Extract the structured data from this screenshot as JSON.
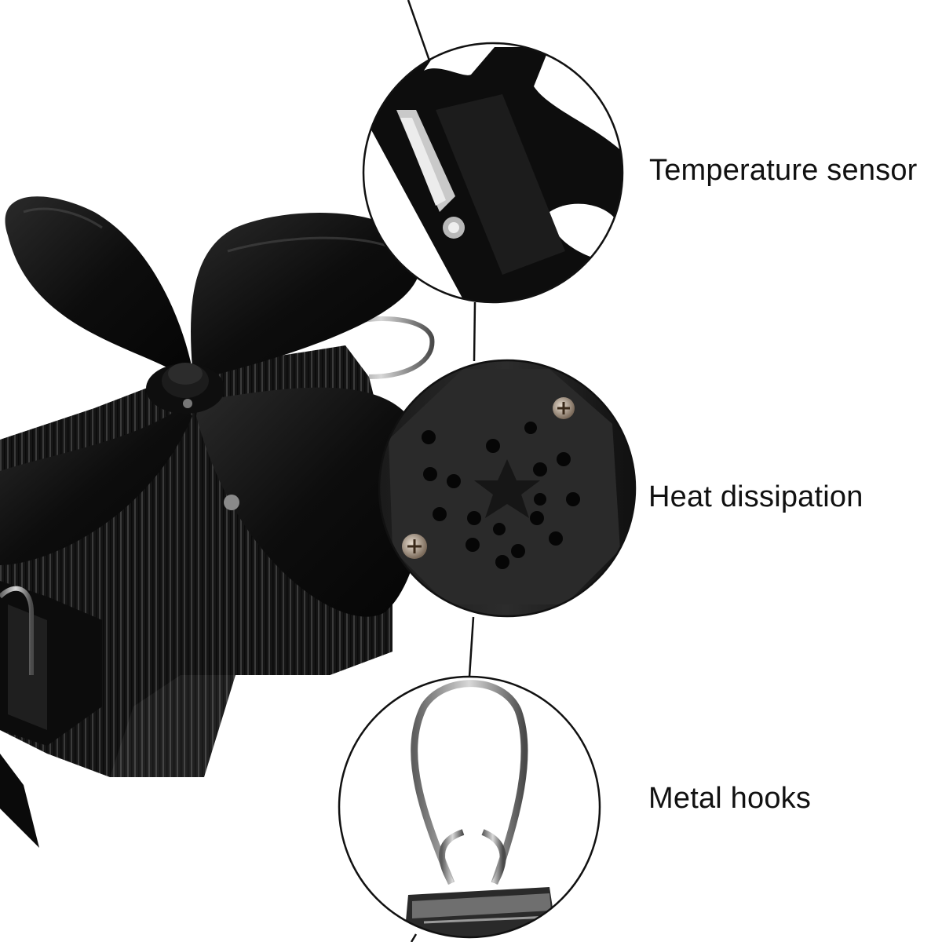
{
  "callouts": [
    {
      "label": "Temperature sensor"
    },
    {
      "label": "Heat dissipation"
    },
    {
      "label": "Metal hooks"
    }
  ],
  "colors": {
    "background": "#ffffff",
    "fan_body": "#0b0b0b",
    "fan_highlight": "#3a3a3a",
    "metal": "#9a9a9a",
    "text": "#111111"
  }
}
